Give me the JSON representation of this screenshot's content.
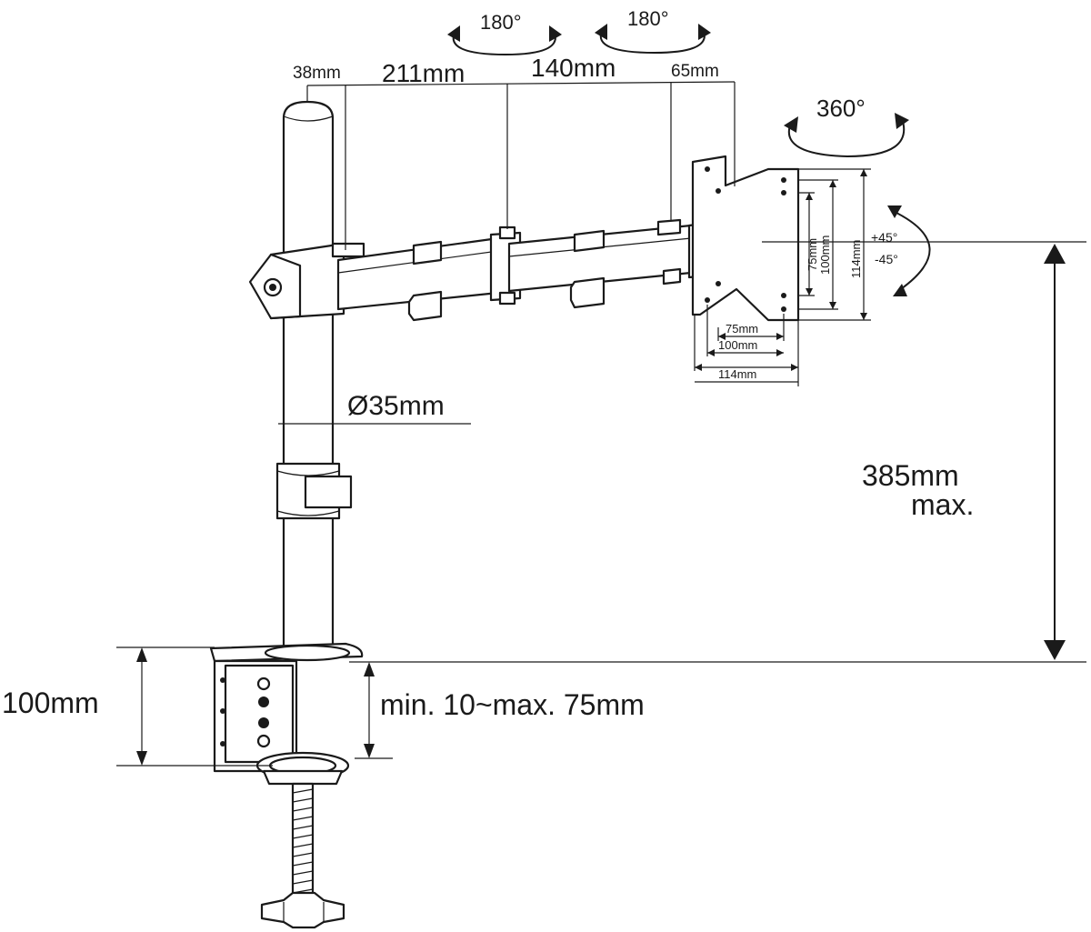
{
  "rotations": {
    "arm_joint_1": "180°",
    "arm_joint_2": "180°",
    "swivel": "360°",
    "tilt_up": "+45°",
    "tilt_down": "-45°"
  },
  "arm_dimensions": {
    "pole_offset": "38mm",
    "first_arm": "211mm",
    "second_arm": "140mm",
    "head_offset": "65mm"
  },
  "vesa": {
    "horizontal": [
      "75mm",
      "100mm",
      "114mm"
    ],
    "vertical": [
      "75mm",
      "100mm",
      "114mm"
    ]
  },
  "pole": {
    "diameter": "Ø35mm"
  },
  "height": {
    "value": "385mm",
    "qualifier": "max."
  },
  "clamp": {
    "height": "100mm",
    "desk_thickness": "min. 10~max. 75mm"
  }
}
